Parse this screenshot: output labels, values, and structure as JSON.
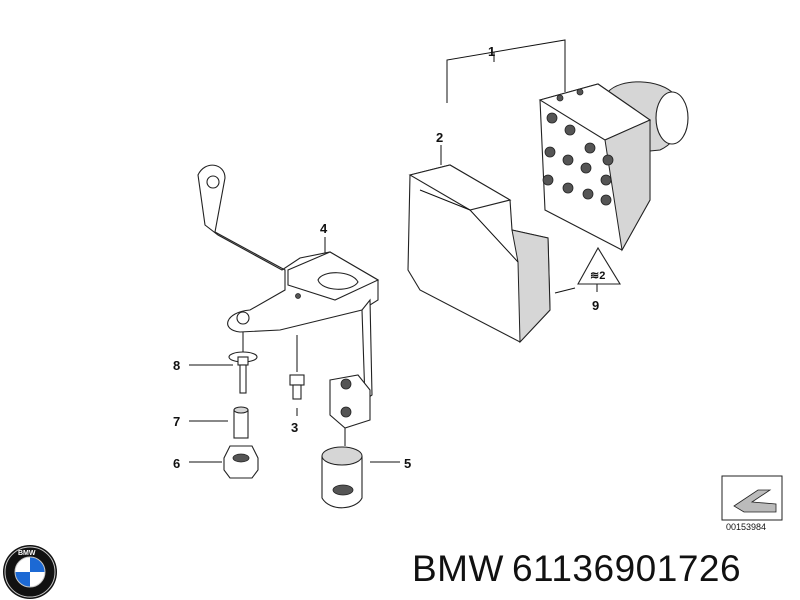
{
  "diagram": {
    "callouts": {
      "c1": "1",
      "c2": "2",
      "c3": "3",
      "c4": "4",
      "c5": "5",
      "c6": "6",
      "c7": "7",
      "c8": "8",
      "c9": "9"
    },
    "reference_code": "00153984"
  },
  "footer": {
    "brand": "BMW",
    "part_number": "61136901726"
  },
  "logo": {
    "text": "BMW",
    "colors": {
      "blue": "#1c69d4",
      "black": "#111111",
      "white": "#ffffff"
    }
  }
}
